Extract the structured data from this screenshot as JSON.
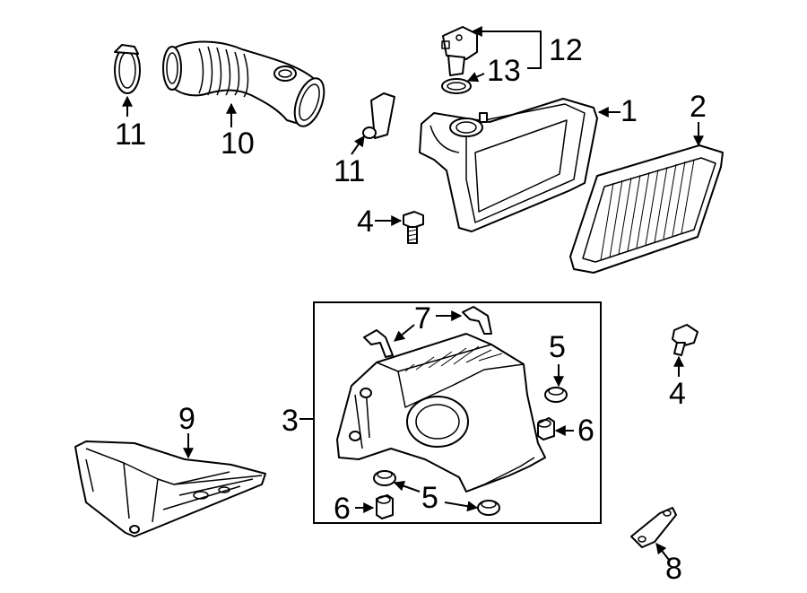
{
  "callouts": {
    "c1": "1",
    "c2": "2",
    "c3": "3",
    "c4a": "4",
    "c4b": "4",
    "c5a": "5",
    "c5b": "5",
    "c6a": "6",
    "c6b": "6",
    "c7": "7",
    "c8": "8",
    "c9": "9",
    "c10": "10",
    "c11a": "11",
    "c11b": "11",
    "c12": "12",
    "c13": "13"
  }
}
